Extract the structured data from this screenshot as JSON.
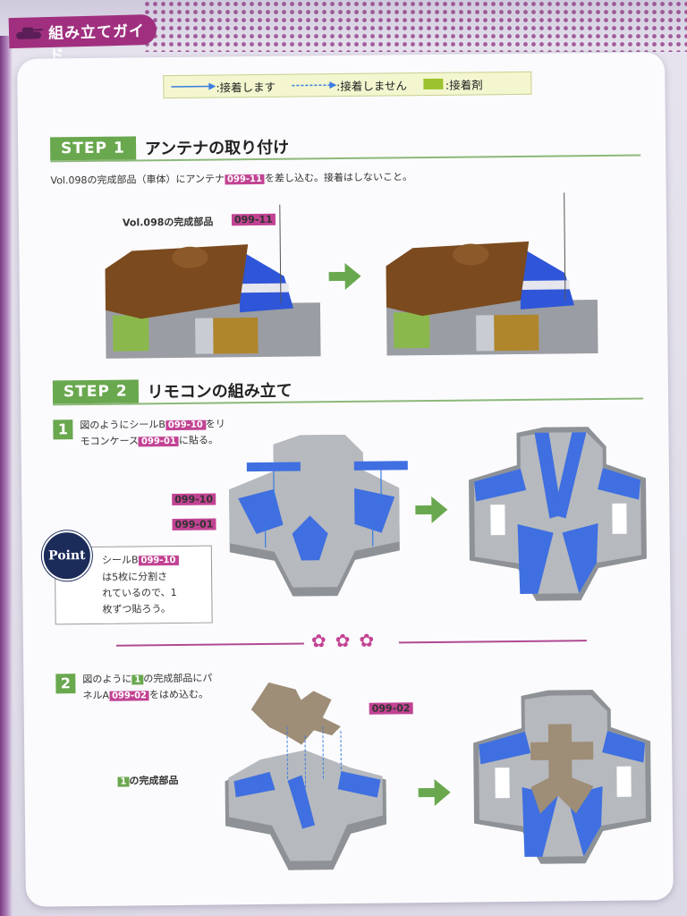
{
  "header": {
    "title": "組み立てガイド",
    "tab_color": "#a0307f"
  },
  "legend": {
    "glue": ":接着します",
    "no_glue": ":接着しません",
    "adhesive": ":接着剤"
  },
  "step1": {
    "badge": "STEP 1",
    "title": "アンテナの取り付け",
    "desc_before": "Vol.098の完成部品（車体）にアンテナ",
    "desc_code": "099-11",
    "desc_after": "を差し込む。接着はしないこと。",
    "callout_vol": "Vol.098の完成部品",
    "callout_code": "099-11"
  },
  "step2": {
    "badge": "STEP 2",
    "title": "リモコンの組み立て",
    "sub1": {
      "num": "1",
      "line1_a": "図のようにシールB",
      "line1_code": "099-10",
      "line1_b": "をリ",
      "line2_a": "モコンケース",
      "line2_code": "099-01",
      "line2_b": "に貼る。",
      "label_a": "099-10",
      "label_b": "099-01"
    },
    "point": {
      "badge": "Point",
      "line1_a": "シールB",
      "line1_code": "099-10",
      "line2": "は5枚に分割さ",
      "line3": "れているので、1",
      "line4": "枚ずつ貼ろう。"
    },
    "sub2": {
      "num": "2",
      "line1_a": "図のように",
      "line1_num": "1",
      "line1_b": "の完成部品にパ",
      "line2_a": "ネルA",
      "line2_code": "099-02",
      "line2_b": "をはめ込む。",
      "label_panel": "099-02",
      "label_part_num": "1",
      "label_part": "の完成部品"
    }
  },
  "flowers": "✿✿✿",
  "colors": {
    "step_green": "#6aa84f",
    "code_magenta": "#c24393",
    "tank_brown": "#7b4a1e",
    "sticker_blue": "#3f6fe0",
    "case_gray": "#8e9296"
  }
}
